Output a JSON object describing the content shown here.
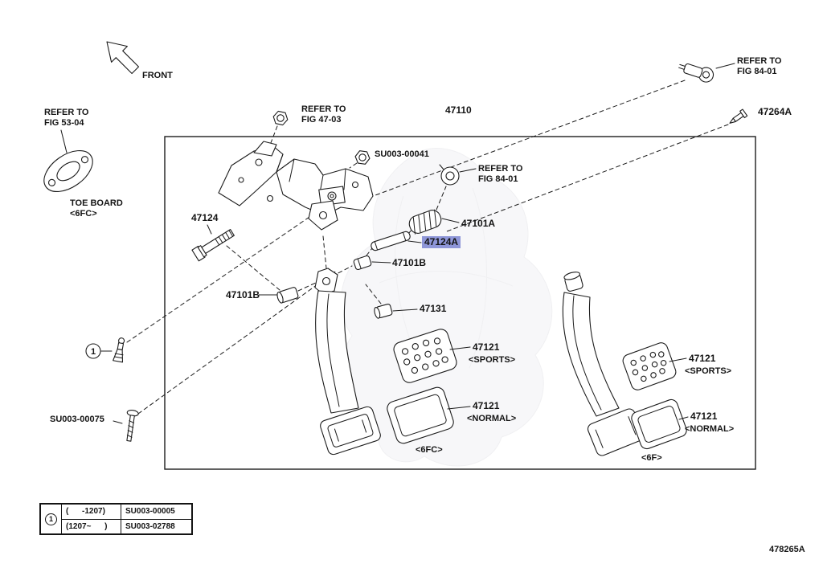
{
  "page": {
    "front_label": "FRONT",
    "doc_number": "478265A"
  },
  "notes": {
    "fig5304": {
      "l1": "REFER TO",
      "l2": "FIG 53-04"
    },
    "fig4703": {
      "l1": "REFER TO",
      "l2": "FIG 47-03"
    },
    "fig8401_top": {
      "l1": "REFER TO",
      "l2": "FIG 84-01"
    },
    "fig8401_mid": {
      "l1": "REFER TO",
      "l2": "FIG 84-01"
    },
    "toe_board_l1": "TOE BOARD",
    "toe_board_l2": "<6FC>"
  },
  "parts": {
    "assembly": "47110",
    "clip_47264A": "47264A",
    "nut_su003_00041": "SU003-00041",
    "bolt_47124": "47124",
    "spring_47101A": "47101A",
    "pin_47124A": "47124A",
    "bushing_47101B_a": "47101B",
    "bushing_47101B_b": "47101B",
    "bushing_47131": "47131",
    "screw_su003_00075": "SU003-00075",
    "pad_sports_left_num": "47121",
    "pad_sports_left_variant": "<SPORTS>",
    "pad_sports_right_num": "47121",
    "pad_sports_right_variant": "<SPORTS>",
    "pad_normal_left_num": "47121",
    "pad_normal_left_variant": "<NORMAL>",
    "pad_normal_right_num": "47121",
    "pad_normal_right_variant": "<NORMAL>"
  },
  "groups": {
    "left": "<6FC>",
    "right": "<6F>"
  },
  "callout": {
    "marker": "1"
  },
  "table": {
    "marker": "1",
    "rows": [
      {
        "range": "(      -1207)",
        "part": "SU003-00005"
      },
      {
        "range": "(1207~      )",
        "part": "SU003-02788"
      }
    ]
  },
  "colors": {
    "highlight": "#8e96d8",
    "line": "#1c1c1c"
  }
}
